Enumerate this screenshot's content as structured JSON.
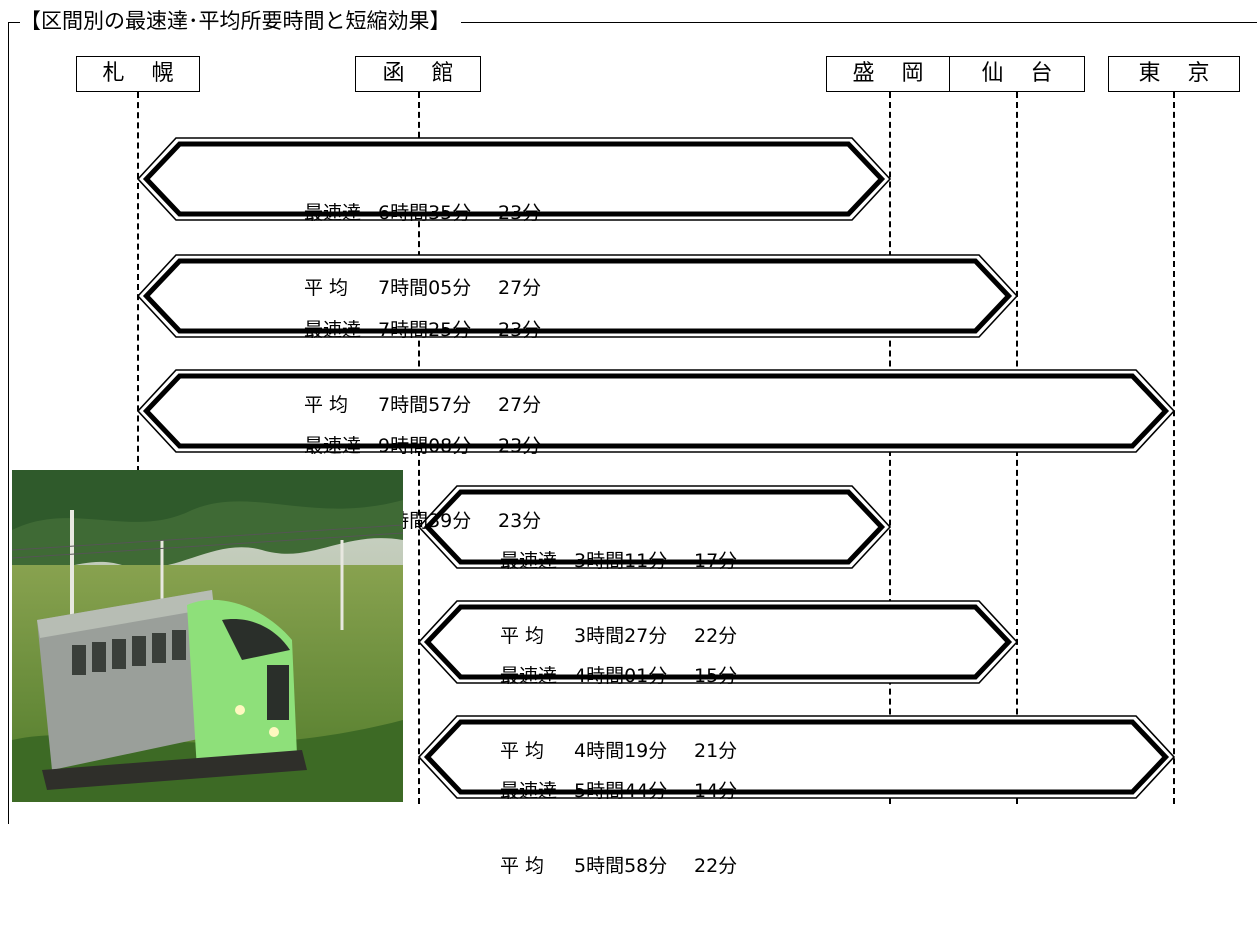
{
  "title": "【区間別の最速達･平均所要時間と短縮効果】",
  "stations": [
    {
      "id": "sapporo",
      "label": "札 幌"
    },
    {
      "id": "hakodate",
      "label": "函 館"
    },
    {
      "id": "morioka",
      "label": "盛 岡"
    },
    {
      "id": "sendai",
      "label": "仙 台"
    },
    {
      "id": "tokyo",
      "label": "東 京"
    }
  ],
  "row_labels": {
    "fastest": "最速達",
    "average": "平 均"
  },
  "segments": [
    {
      "from": "sapporo",
      "to": "morioka",
      "fastest_time": "6時間35分",
      "fastest_saving": "23分",
      "average_time": "7時間05分",
      "average_saving": "27分"
    },
    {
      "from": "sapporo",
      "to": "sendai",
      "fastest_time": "7時間25分",
      "fastest_saving": "23分",
      "average_time": "7時間57分",
      "average_saving": "27分"
    },
    {
      "from": "sapporo",
      "to": "tokyo",
      "fastest_time": "9時間08分",
      "fastest_saving": "23分",
      "average_time": "9時間39分",
      "average_saving": "23分"
    },
    {
      "from": "hakodate",
      "to": "morioka",
      "fastest_time": "3時間11分",
      "fastest_saving": "17分",
      "average_time": "3時間27分",
      "average_saving": "22分"
    },
    {
      "from": "hakodate",
      "to": "sendai",
      "fastest_time": "4時間01分",
      "fastest_saving": "15分",
      "average_time": "4時間19分",
      "average_saving": "21分"
    },
    {
      "from": "hakodate",
      "to": "tokyo",
      "fastest_time": "5時間44分",
      "fastest_saving": "14分",
      "average_time": "5時間58分",
      "average_saving": "22分"
    }
  ],
  "colors": {
    "line": "#000000",
    "background": "#ffffff",
    "train_green": "#8ee07a",
    "train_grey": "#9a9f9a",
    "foliage": "#5f8a3c"
  }
}
